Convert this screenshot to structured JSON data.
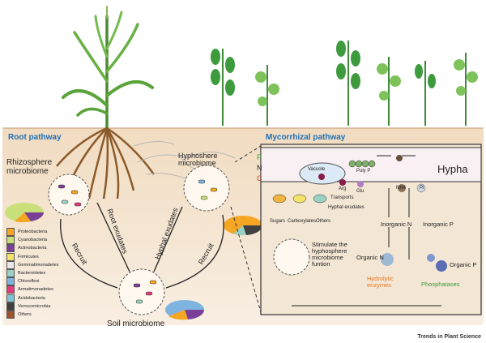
{
  "panels": {
    "root": {
      "title": "Root pathway"
    },
    "myco": {
      "title": "Mycorrhizal pathway"
    }
  },
  "labels": {
    "rhizosphere": "Rhizosphere\nmicrobiome",
    "hyphosphere": "Hyphoshere\nmicrobiome",
    "soil": "Soil microbiome",
    "root_exudates": "Root exudates",
    "hyphal_exudates": "Hyphal exudates",
    "recruit_left": "Recruit",
    "recruit_right": "Recruit"
  },
  "hypha_box": {
    "hypha": "Hypha",
    "vacuole": "Vacuole",
    "poly_p": "Poly P",
    "arg": "Arg",
    "glu": "Glu",
    "transports": "Transports",
    "hyphal_exudates": "Hyphal exudates",
    "sugars": "Sugars",
    "carboxylates": "Carboxylates",
    "others": "Others",
    "stimulate": "Stimulate the\nhyphosphere\nmicrobiome\nfuntion",
    "inorganic_n": "Inorganic N",
    "inorganic_p": "Inorganic P",
    "organic_n": "Organic N",
    "organic_p": "Organic P",
    "hydrolytic": "Hydrolytic\nenzymes",
    "phosphatases": "Phosphatases",
    "side_p": "P",
    "side_n": "N",
    "side_c": "C",
    "nh4": "NH4",
    "pi": "Pi"
  },
  "legend": [
    {
      "label": "Proteobacteria",
      "color": "#f5a623"
    },
    {
      "label": "Cyanobacteria",
      "color": "#c9e07a"
    },
    {
      "label": "Actinobacteria",
      "color": "#7b3f98"
    },
    {
      "label": "Firmicutes",
      "color": "#f2e36a"
    },
    {
      "label": "Gemmatimonadetes",
      "color": "#e8e8e8"
    },
    {
      "label": "Bacteroidetes",
      "color": "#9ad1c4"
    },
    {
      "label": "Chloroflexi",
      "color": "#7fb3e0"
    },
    {
      "label": "Armatimonadetes",
      "color": "#e23b7c"
    },
    {
      "label": "Acidobacteria",
      "color": "#7fc6d9"
    },
    {
      "label": "Verrucomicrobia",
      "color": "#404040"
    },
    {
      "label": "Others",
      "color": "#a0522d"
    }
  ],
  "footer": "Trends in Plant Science",
  "colors": {
    "panel_bg": "#f5e7d4",
    "hypha_fill": "#f9f0f4",
    "accent_blue": "#1f6fb5",
    "orange_text": "#e87722",
    "green_text": "#3c9b3c"
  }
}
